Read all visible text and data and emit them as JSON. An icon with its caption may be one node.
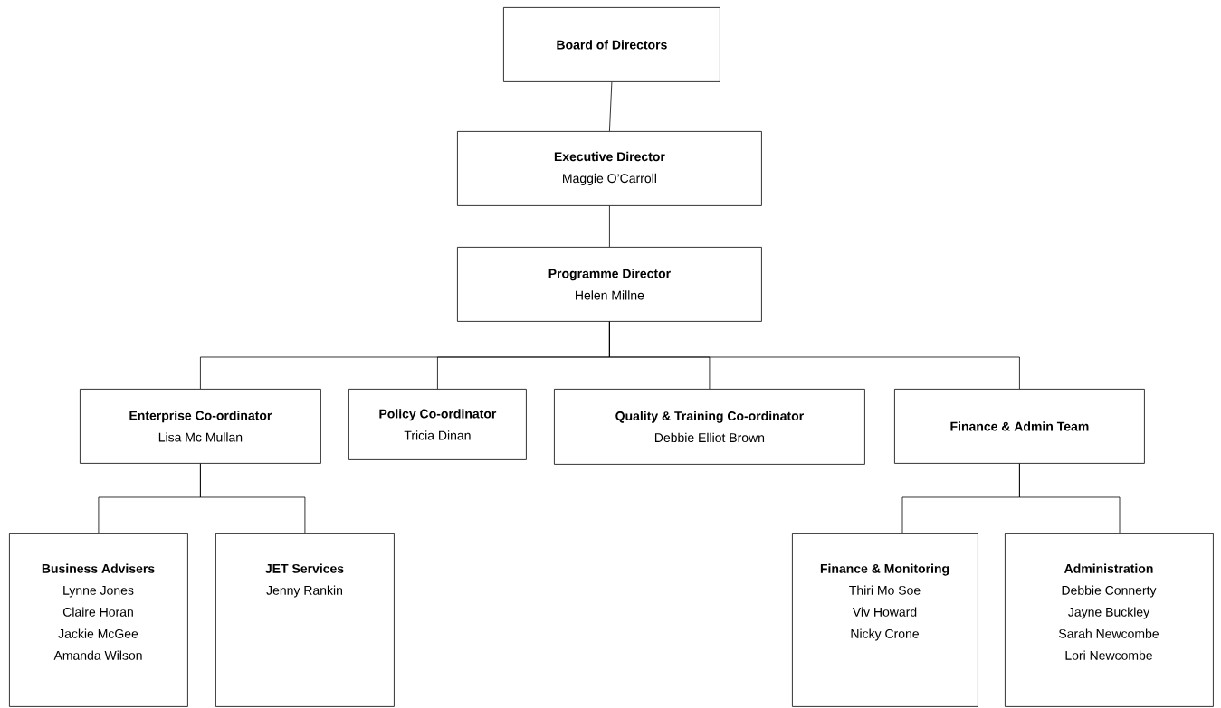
{
  "diagram": {
    "nodes": [
      {
        "text": [
          "Board of Directors"
        ]
      },
      {
        "text": [
          "Executive Director",
          "Maggie O’Carroll"
        ]
      },
      {
        "text": [
          "Programme Director",
          "Helen Millne"
        ]
      },
      {
        "text": [
          "Enterprise Co-ordinator",
          "Lisa Mc Mullan"
        ]
      },
      {
        "text": [
          "Policy Co-ordinator",
          "Tricia Dinan"
        ]
      },
      {
        "text": [
          "Quality & Training Co-ordinator",
          "Debbie Elliot Brown"
        ]
      },
      {
        "text": [
          "Finance & Admin Team"
        ]
      },
      {
        "text": [
          "Business Advisers",
          "Lynne Jones",
          "Claire Horan",
          "Jackie McGee",
          "Amanda Wilson"
        ]
      },
      {
        "text": [
          "JET Services",
          "Jenny Rankin"
        ]
      },
      {
        "text": [
          "Finance & Monitoring",
          "Thiri Mo Soe",
          "Viv Howard",
          "Nicky Crone"
        ]
      },
      {
        "text": [
          "Administration",
          "Debbie Connerty",
          "Jayne Buckley",
          "Sarah Newcombe",
          "Lori Newcombe"
        ]
      }
    ],
    "edges": [
      {
        "from": 0,
        "to": 1,
        "arrow": "none"
      },
      {
        "from": 1,
        "to": 2,
        "arrow": "none"
      },
      {
        "from": 2,
        "to": 3,
        "arrow": "none"
      },
      {
        "from": 2,
        "to": 4,
        "arrow": "none"
      },
      {
        "from": 2,
        "to": 5,
        "arrow": "none"
      },
      {
        "from": 2,
        "to": 6,
        "arrow": "none"
      },
      {
        "from": 3,
        "to": 7,
        "arrow": "none"
      },
      {
        "from": 3,
        "to": 8,
        "arrow": "none"
      },
      {
        "from": 6,
        "to": 9,
        "arrow": "none"
      },
      {
        "from": 6,
        "to": 10,
        "arrow": "none"
      }
    ]
  }
}
